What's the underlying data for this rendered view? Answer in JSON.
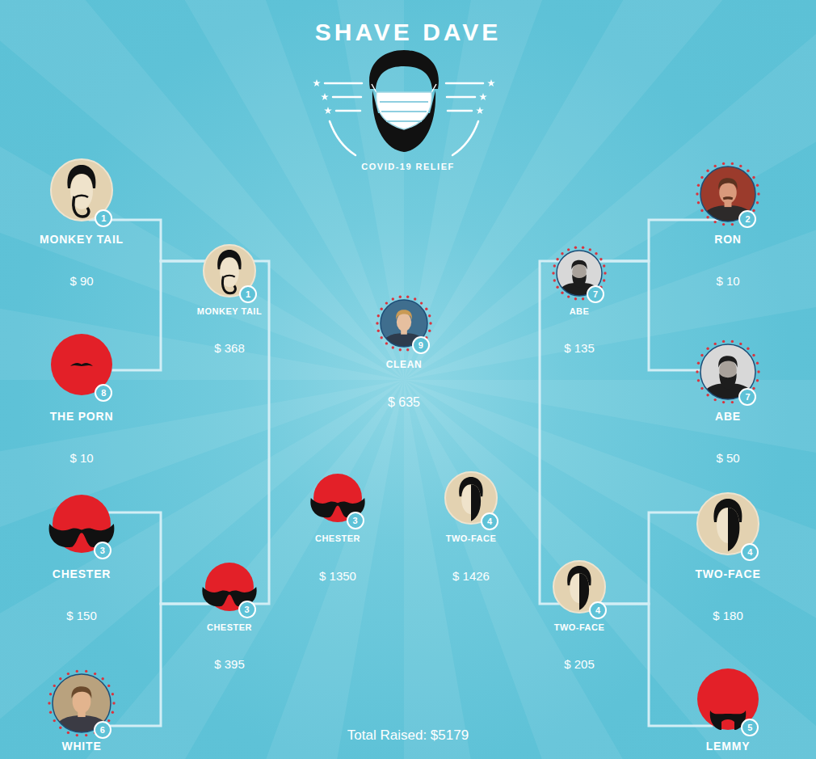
{
  "diagram": {
    "title": "SHAVE DAVE",
    "nodes": [
      {
        "text": [
          "MONKEY TAIL",
          "$ 90"
        ]
      },
      {
        "text": [
          "1"
        ],
        "in": 0
      },
      {
        "text": [
          "THE PORN",
          "$ 10"
        ]
      },
      {
        "text": [
          "8"
        ],
        "in": 2
      },
      {
        "text": [
          "CHESTER",
          "$ 150"
        ]
      },
      {
        "text": [
          "3"
        ],
        "in": 4
      },
      {
        "text": [
          "WHITE"
        ]
      },
      {
        "text": [
          "6"
        ],
        "in": 6
      },
      {
        "text": [
          "MONKEY TAIL",
          "$ 368"
        ]
      },
      {
        "text": [
          "1"
        ],
        "in": 8
      },
      {
        "text": [
          "CHESTER",
          "$ 395"
        ]
      },
      {
        "text": [
          "3"
        ],
        "in": 10
      },
      {
        "text": [
          "CHESTER",
          "$ 1350"
        ]
      },
      {
        "text": [
          "3"
        ],
        "in": 12
      },
      {
        "text": [
          "CLEAN",
          "$ 635"
        ]
      },
      {
        "text": [
          "9"
        ],
        "in": 14
      },
      {
        "text": [
          "TWO-FACE",
          "$ 1426"
        ]
      },
      {
        "text": [
          "4"
        ],
        "in": 16
      },
      {
        "text": [
          "ABE",
          "$ 135"
        ]
      },
      {
        "text": [
          "7"
        ],
        "in": 18
      },
      {
        "text": [
          "TWO-FACE",
          "$ 205"
        ]
      },
      {
        "text": [
          "4"
        ],
        "in": 20
      },
      {
        "text": [
          "RON",
          "$ 10"
        ]
      },
      {
        "text": [
          "2"
        ],
        "in": 22
      },
      {
        "text": [
          "ABE",
          "$ 50"
        ]
      },
      {
        "text": [
          "7"
        ],
        "in": 24
      },
      {
        "text": [
          "TWO-FACE",
          "$ 180"
        ]
      },
      {
        "text": [
          "4"
        ],
        "in": 26
      },
      {
        "text": [
          "LEMMY"
        ]
      },
      {
        "text": [
          "5"
        ],
        "in": 28
      }
    ],
    "edges": [
      {
        "from": 0,
        "to": 8,
        "arrow": "none"
      },
      {
        "from": 2,
        "to": 8,
        "arrow": "none"
      },
      {
        "from": 4,
        "to": 10,
        "arrow": "none"
      },
      {
        "from": 6,
        "to": 10,
        "arrow": "none"
      },
      {
        "from": 8,
        "to": 10,
        "arrow": "none"
      },
      {
        "from": 22,
        "to": 18,
        "arrow": "none"
      },
      {
        "from": 24,
        "to": 18,
        "arrow": "none"
      },
      {
        "from": 26,
        "to": 20,
        "arrow": "none"
      },
      {
        "from": 28,
        "to": 20,
        "arrow": "none"
      },
      {
        "from": 18,
        "to": 20,
        "arrow": "none"
      }
    ],
    "labels": [
      "COVID-19 RELIEF",
      "Total Raised: $5179"
    ]
  }
}
